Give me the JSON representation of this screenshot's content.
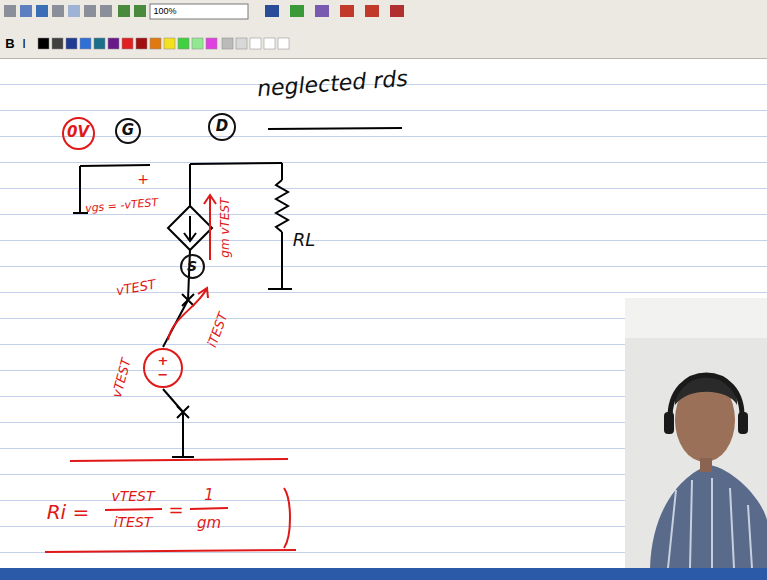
{
  "diagram": {
    "nodes": [
      {
        "text": [
          "0V"
        ]
      },
      {
        "text": [
          "G"
        ]
      },
      {
        "text": [
          "D"
        ]
      },
      {
        "text": [
          "S"
        ]
      },
      {
        "text": [
          "+",
          "−"
        ]
      }
    ],
    "labels": [
      "neglected rds",
      "+",
      "vgs = -vTEST",
      "gm vTEST",
      "RL",
      "vTEST",
      "iTEST",
      "vTEST",
      "Ri =",
      "vTEST",
      "iTEST",
      "=",
      "1",
      "gm",
      "B",
      "I",
      "100%"
    ]
  }
}
